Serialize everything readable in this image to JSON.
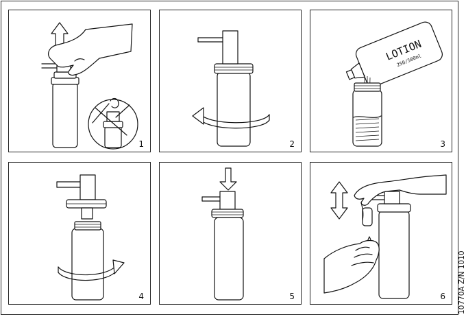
{
  "panels": [
    {
      "number": "1"
    },
    {
      "number": "2"
    },
    {
      "number": "3"
    },
    {
      "number": "4"
    },
    {
      "number": "5"
    },
    {
      "number": "6"
    }
  ],
  "bottle_label": {
    "brand": "LOTION",
    "volume": "250/500ml"
  },
  "document_code": "10770A Z/N 1010",
  "colors": {
    "line": "#111111",
    "background": "#ffffff"
  }
}
